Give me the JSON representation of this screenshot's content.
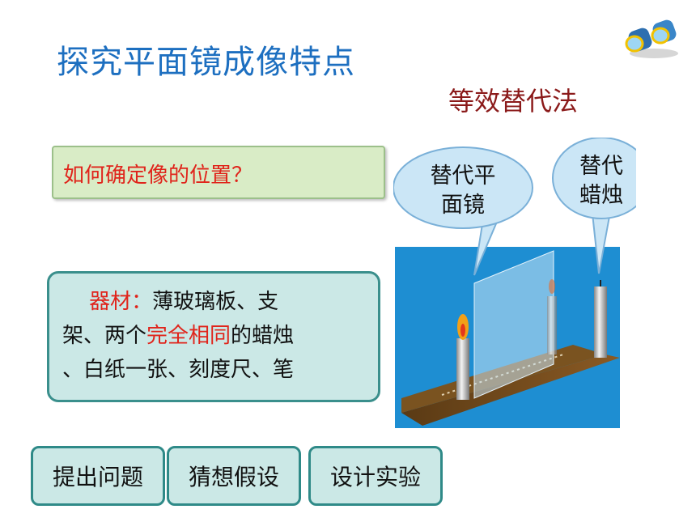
{
  "title": "探究平面镜成像特点",
  "method": "等效替代法",
  "question": "如何确定像的位置？",
  "materials": {
    "label": "器材：",
    "text1": "薄玻璃板、支",
    "text2a": "架、两个",
    "text2_red": "完全相同",
    "text2b": "的蜡烛",
    "text3": "、白纸一张、刻度尺、笔"
  },
  "callouts": {
    "mirror_line1": "替代平",
    "mirror_line2": "面镜",
    "candle_line1": "替代",
    "candle_line2": "蜡烛"
  },
  "steps": [
    "提出问题",
    "猜想假设",
    "设计实验"
  ],
  "colors": {
    "title": "#1d6fc0",
    "method": "#8b1a1a",
    "accent_red": "#e0241b"
  }
}
